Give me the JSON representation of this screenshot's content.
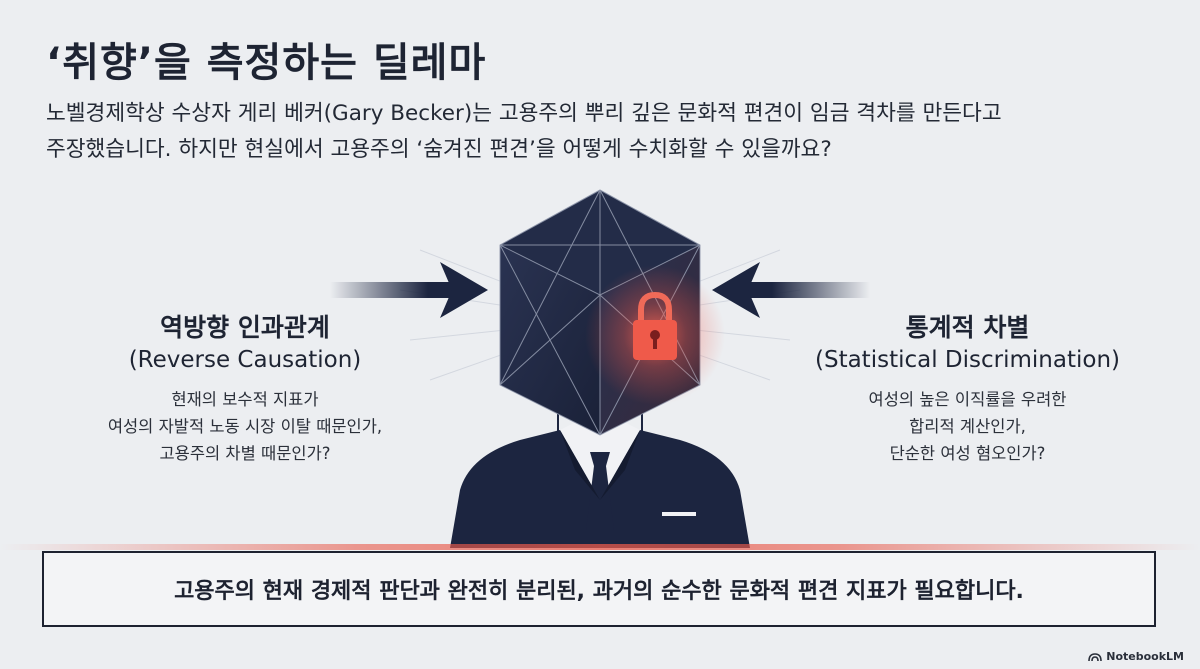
{
  "title": "‘취향’을 측정하는 딜레마",
  "subtitle_line1": "노벨경제학상 수상자 게리 베커(Gary Becker)는 고용주의 뿌리 깊은 문화적 편견이 임금 격차를 만든다고",
  "subtitle_line2": "주장했습니다. 하지만 현실에서 고용주의 ‘숨겨진 편견’을 어떻게 수치화할 수 있을까요?",
  "left": {
    "heading_ko": "역방향 인과관계",
    "heading_en": "(Reverse Causation)",
    "body": [
      "현재의 보수적 지표가",
      "여성의 자발적 노동 시장 이탈 때문인가,",
      "고용주의 차별 때문인가?"
    ]
  },
  "right": {
    "heading_ko": "통계적 차별",
    "heading_en": "(Statistical Discrimination)",
    "body": [
      "여성의 높은 이직률을 우려한",
      "합리적 계산인가,",
      "단순한 여성 혐오인가?"
    ]
  },
  "conclusion": "고용주의 현재 경제적 판단과 완전히 분리된, 과거의 순수한 문화적 편견 지표가 필요합니다.",
  "brand": "NotebookLM",
  "icons": [
    "lock-icon",
    "arrow-right-icon",
    "arrow-left-icon",
    "notebooklm-logo-icon"
  ],
  "colors": {
    "navy": "#1c2540",
    "accent_red": "#e8534a",
    "background": "#eceef1"
  }
}
